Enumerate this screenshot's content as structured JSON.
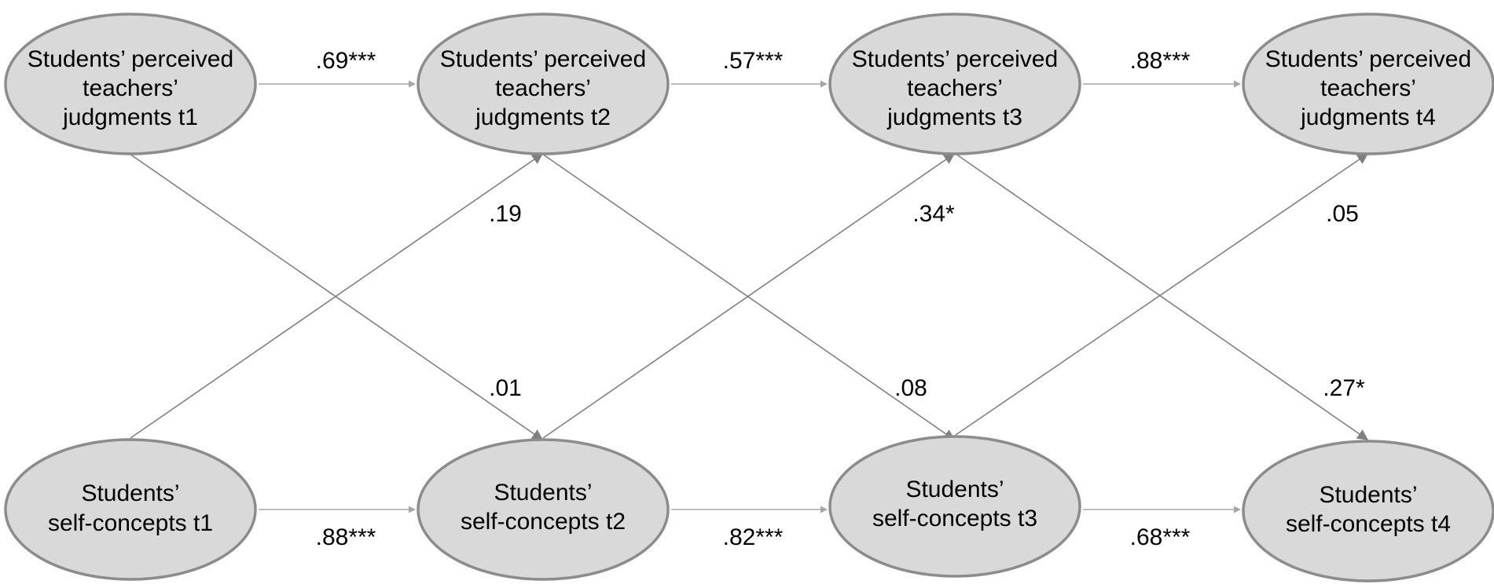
{
  "nodes": {
    "j1": {
      "lines": [
        "Students’ perceived",
        "teachers’",
        "judgments t1"
      ]
    },
    "j2": {
      "lines": [
        "Students’ perceived",
        "teachers’",
        "judgments t2"
      ]
    },
    "j3": {
      "lines": [
        "Students’ perceived",
        "teachers’",
        "judgments t3"
      ]
    },
    "j4": {
      "lines": [
        "Students’ perceived",
        "teachers’",
        "judgments t4"
      ]
    },
    "s1": {
      "lines": [
        "Students’",
        "self-concepts t1"
      ]
    },
    "s2": {
      "lines": [
        "Students’",
        "self-concepts t2"
      ]
    },
    "s3": {
      "lines": [
        "Students’",
        "self-concepts t3"
      ]
    },
    "s4": {
      "lines": [
        "Students’",
        "self-concepts t4"
      ]
    }
  },
  "paths": {
    "j1_j2": ".69***",
    "j2_j3": ".57***",
    "j3_j4": ".88***",
    "s1_s2": ".88***",
    "s2_s3": ".82***",
    "s3_s4": ".68***",
    "s1_j2": ".19",
    "s2_j3": ".34*",
    "s3_j4": ".05",
    "j1_s2": ".01",
    "j2_s3": ".08",
    "j3_s4": ".27*"
  },
  "colors": {
    "node_fill": "#d9d9d9",
    "node_stroke": "#8c8c8c",
    "arrow": "#a6a6a6"
  }
}
